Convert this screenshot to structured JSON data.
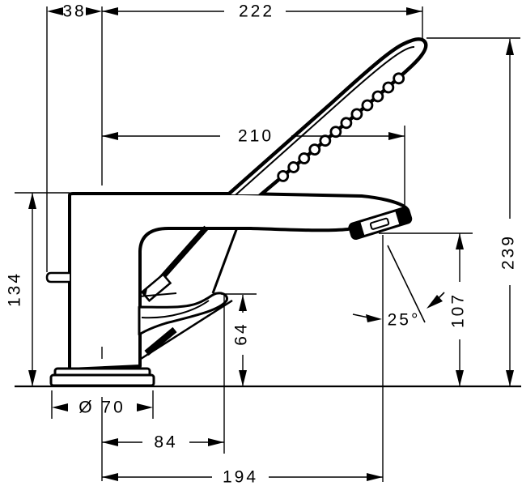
{
  "drawing": {
    "colors": {
      "ink": "#000000",
      "paper": "#ffffff"
    },
    "dimensions": {
      "tab_offset": "38",
      "shower_reach": "222",
      "spout_reach": "210",
      "body_height": "134",
      "total_height": "239",
      "outlet_height": "107",
      "handle_height": "64",
      "spray_angle": "25°",
      "base_diameter": "Ø 70",
      "handle_distance": "84",
      "outlet_distance": "194"
    }
  }
}
